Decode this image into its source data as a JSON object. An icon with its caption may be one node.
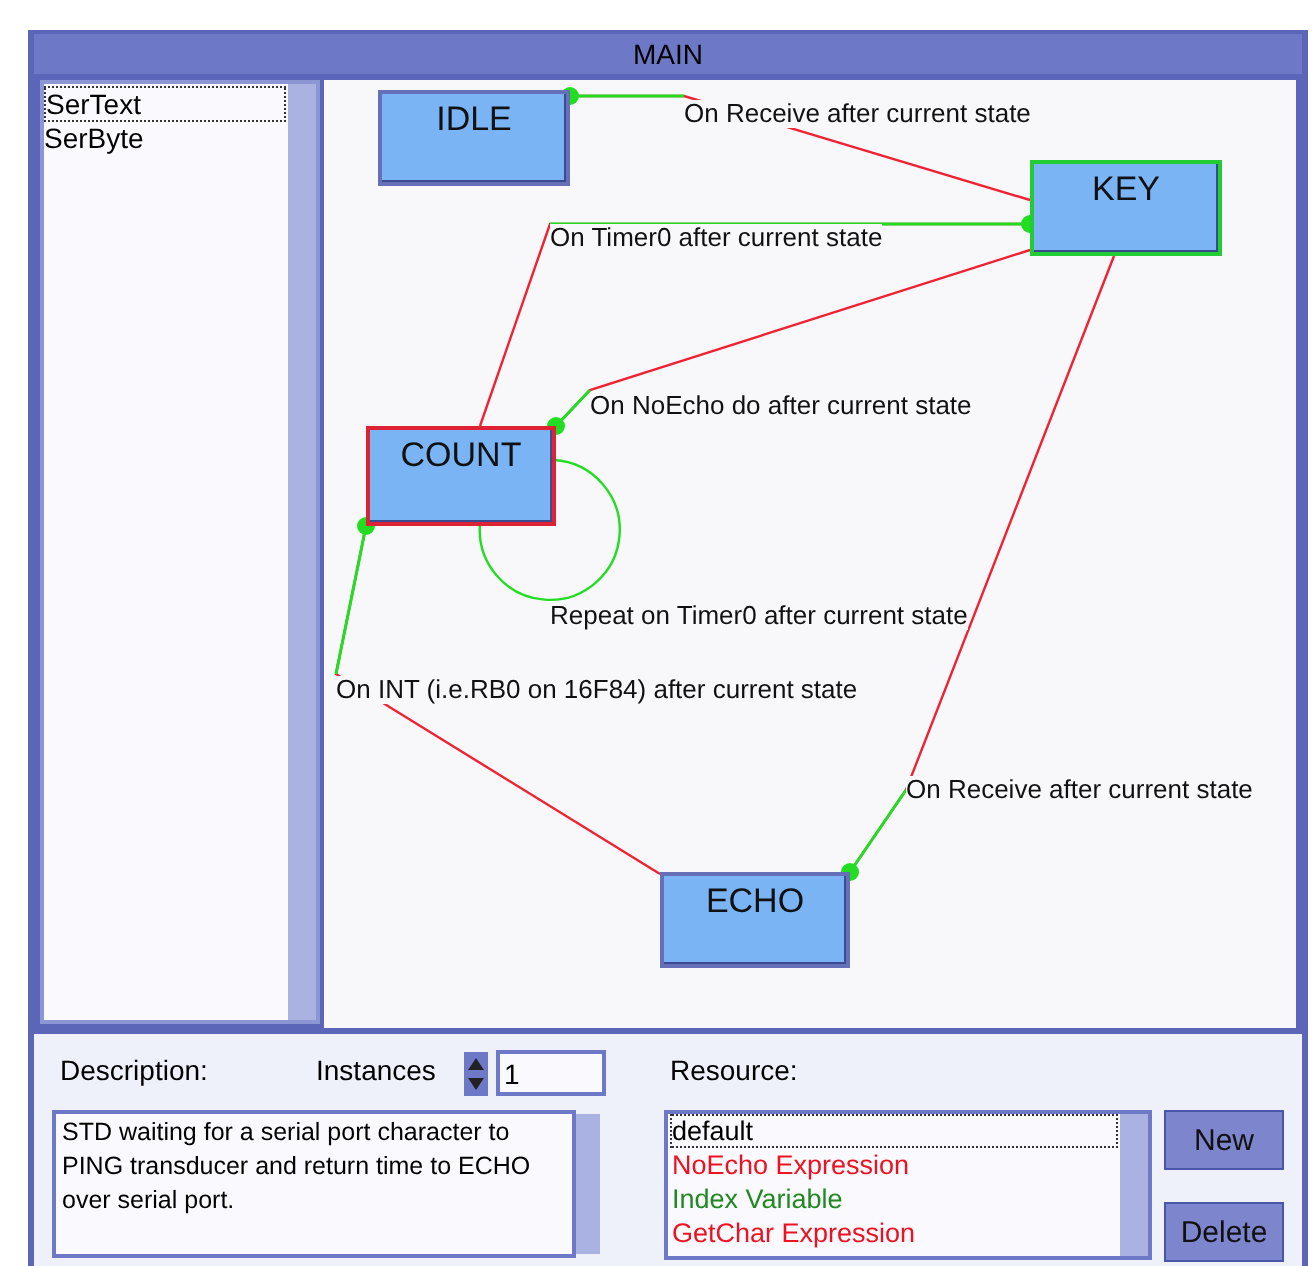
{
  "diagram": {
    "title": "MAIN",
    "nodes": [
      {
        "text": [
          "IDLE"
        ]
      },
      {
        "text": [
          "KEY"
        ]
      },
      {
        "text": [
          "COUNT"
        ]
      },
      {
        "text": [
          "ECHO"
        ]
      }
    ],
    "edges": [
      {
        "from": 1,
        "to": 0,
        "arrow": "other",
        "label": "On Receive after current state"
      },
      {
        "from": 2,
        "to": 1,
        "arrow": "other",
        "label": "On Timer0 after current state"
      },
      {
        "from": 1,
        "to": 2,
        "arrow": "other",
        "label": "On NoEcho do after current state"
      },
      {
        "from": 2,
        "to": 2,
        "arrow": "none",
        "color": "#22dd22",
        "label": "Repeat on Timer0 after current state"
      },
      {
        "from": 3,
        "to": 2,
        "arrow": "other",
        "label": "On INT (i.e.RB0 on 16F84) after current state"
      },
      {
        "from": 1,
        "to": 3,
        "arrow": "other",
        "label": "On Receive after current state"
      }
    ],
    "labels": [
      "SerText",
      "SerByte",
      "Description:",
      "Instances",
      "1",
      "Resource:",
      "STD waiting for a serial port character to PING transducer and return time to ECHO over serial port.",
      "default",
      "NoEcho Expression",
      "Index Variable",
      "GetChar Expression",
      "New",
      "Delete"
    ]
  }
}
